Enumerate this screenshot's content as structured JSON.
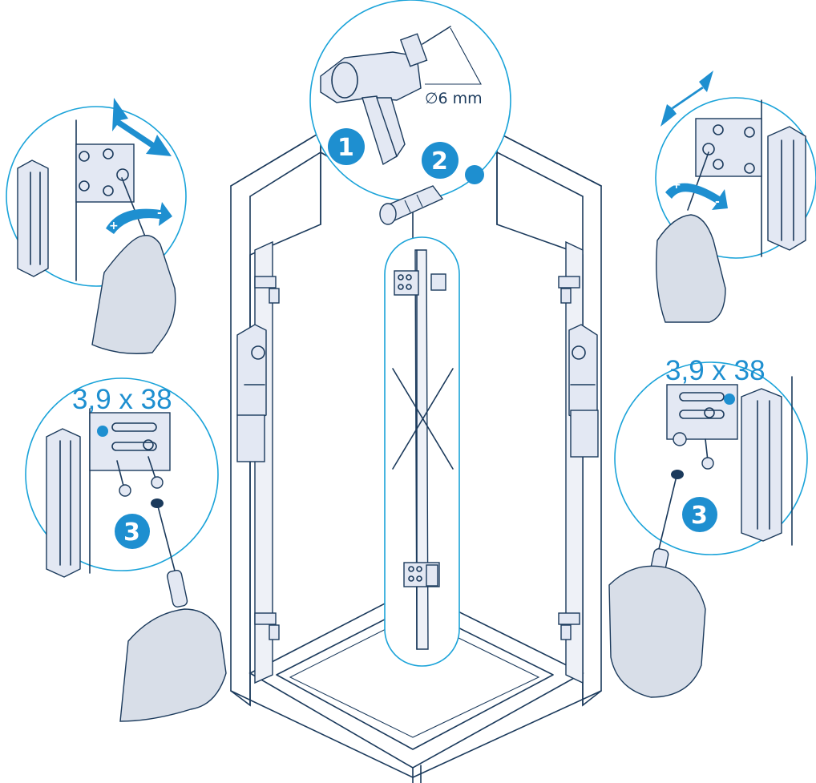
{
  "steps": {
    "drill": "1",
    "dowel": "2",
    "screw_left": "3",
    "screw_right": "3"
  },
  "drill_bit_diameter": "∅6 mm",
  "screw_size_left": "3,9 x 38",
  "screw_size_right": "3,9 x 38",
  "adjust_left": {
    "plus": "+",
    "minus": "-"
  },
  "adjust_right": {
    "plus": "+",
    "minus": "-"
  },
  "colors": {
    "accent": "#1e8fd0",
    "zoom_outline": "#1aa3d9",
    "line": "#1b3a5c",
    "glass": "#eef1f7"
  },
  "icons": [
    "drill-icon",
    "wall-plug-icon",
    "screwdriver-icon",
    "hand-icon",
    "double-arrow-icon",
    "rotate-arrow-icon",
    "hinge-icon",
    "wall-profile-icon"
  ]
}
